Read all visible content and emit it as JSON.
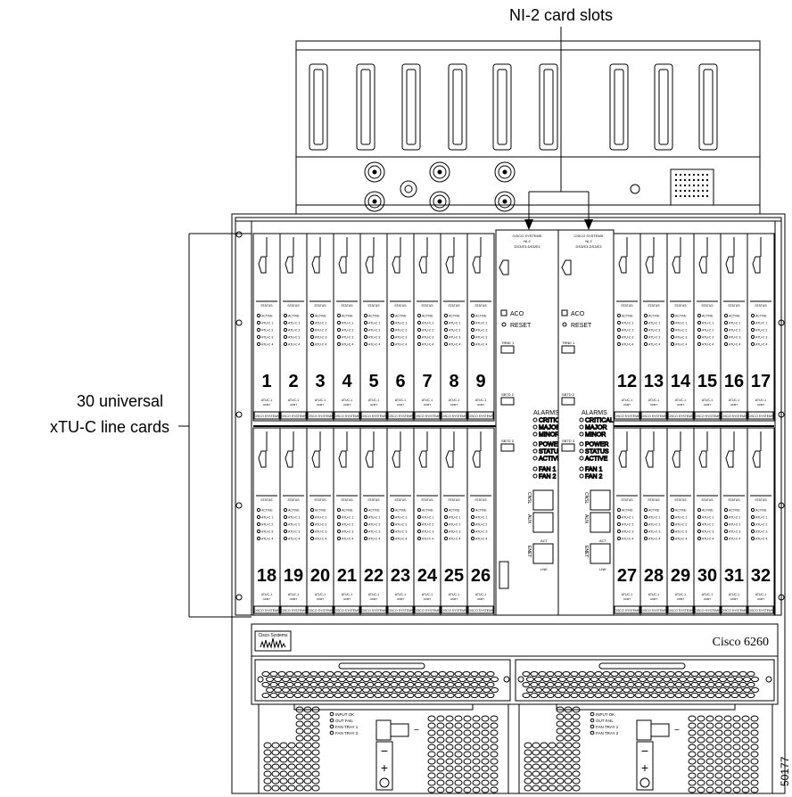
{
  "callouts": {
    "ni2_slots": "NI-2 card slots",
    "line_cards_line1": "30 universal",
    "line_cards_line2": "xTU-C line cards"
  },
  "figure_id": "50177",
  "chassis": {
    "brand": "Cisco Systems",
    "model": "Cisco 6260",
    "ni2_header_1": "CISCO SYSTEMS",
    "ni2_header_2": "NI-2",
    "ni2_header_3": "DS3/E3-DS3/E3"
  },
  "top_slots": [
    "1",
    "2",
    "3",
    "4",
    "5",
    "6",
    "7",
    "8",
    "9",
    "12",
    "13",
    "14",
    "15",
    "16",
    "17"
  ],
  "bottom_slots": [
    "18",
    "19",
    "20",
    "21",
    "22",
    "23",
    "24",
    "25",
    "26",
    "27",
    "28",
    "29",
    "30",
    "31",
    "32"
  ],
  "line_card": {
    "status": "STATUS",
    "leds": [
      "ACTIVE",
      "ATU-C 1",
      "ATU-C 2",
      "ATU-C 3",
      "ATU-C 4"
    ],
    "model": "ATUC-1",
    "model_sub": "4DMT",
    "brand": "CISCO SYSTEMS"
  },
  "ni2_card": {
    "aco": "ACO",
    "reset": "RESET",
    "trnk": "TRNK 1",
    "sbtd": "SBTD 2",
    "sbtd3": "SBTD 3",
    "alarms_title": "ALARMS",
    "alarms": [
      "CRITICAL",
      "MAJOR",
      "MINOR"
    ],
    "status_leds": [
      "POWER",
      "STATUS",
      "ACTIVE"
    ],
    "fan_leds": [
      "FAN 1",
      "FAN 2"
    ],
    "cnsl": "CNSL",
    "aux": "AUX",
    "enet": "ENET",
    "act": "ACT",
    "lnk": "LNK"
  },
  "power": {
    "leds": [
      "INPUT OK",
      "OUT FAIL",
      "FAN TRAY 1",
      "FAN TRAY 2"
    ],
    "minus": "−",
    "plus": "+"
  }
}
